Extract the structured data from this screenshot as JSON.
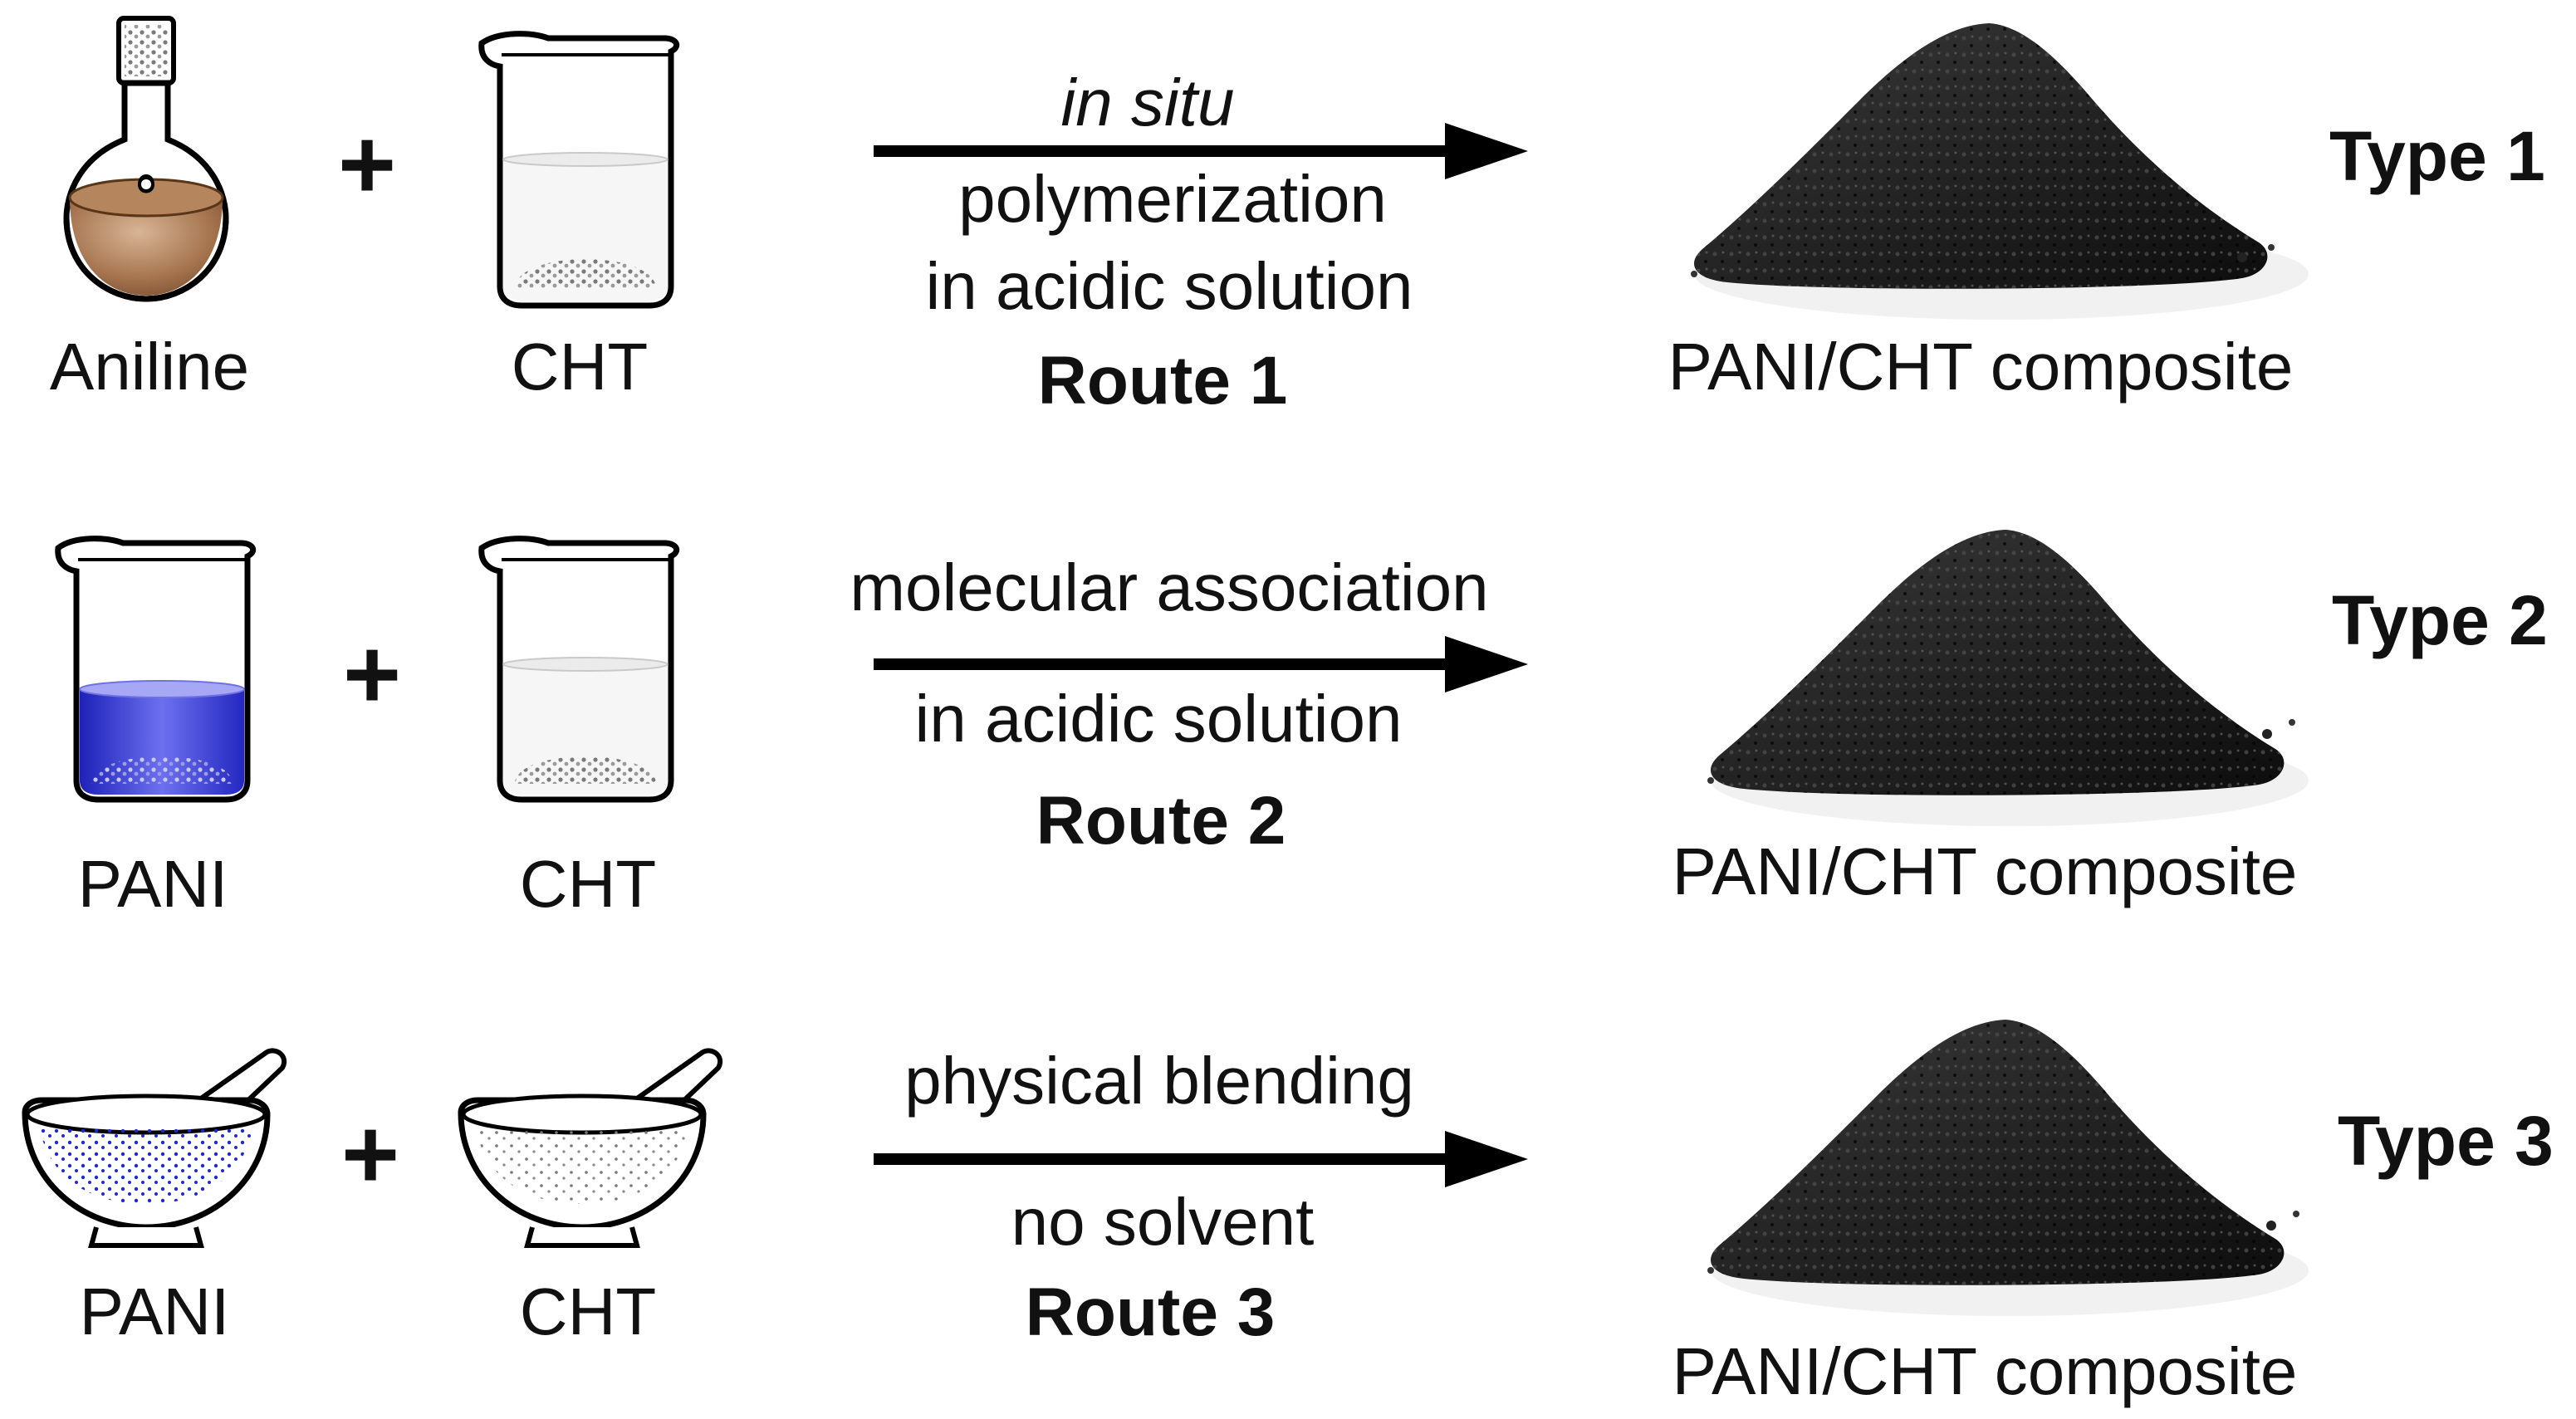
{
  "rows": [
    {
      "reactant_a": {
        "label": "Aniline",
        "icon": "round-bottom-flask-icon"
      },
      "plus": "+",
      "reactant_b": {
        "label": "CHT",
        "icon": "beaker-icon"
      },
      "above_arrow": [
        "in situ"
      ],
      "below_arrow": [
        "polymerization",
        "in acidic solution"
      ],
      "route": "Route 1",
      "product": {
        "label": "PANI/CHT composite",
        "icon": "powder-pile-icon"
      },
      "type": "Type 1"
    },
    {
      "reactant_a": {
        "label": "PANI",
        "icon": "beaker-blue-solution-icon"
      },
      "plus": "+",
      "reactant_b": {
        "label": "CHT",
        "icon": "beaker-icon"
      },
      "above_arrow": [
        "molecular association"
      ],
      "below_arrow": [
        "in acidic solution"
      ],
      "route": "Route 2",
      "product": {
        "label": "PANI/CHT composite",
        "icon": "powder-pile-icon"
      },
      "type": "Type 2"
    },
    {
      "reactant_a": {
        "label": "PANI",
        "icon": "mortar-pestle-blue-icon"
      },
      "plus": "+",
      "reactant_b": {
        "label": "CHT",
        "icon": "mortar-pestle-icon"
      },
      "above_arrow": [
        "physical blending"
      ],
      "below_arrow": [
        "no solvent"
      ],
      "route": "Route 3",
      "product": {
        "label": "PANI/CHT composite",
        "icon": "powder-pile-icon"
      },
      "type": "Type 3"
    }
  ],
  "colors": {
    "flask_liquid": "#a5744e",
    "pani_solution": "#3d3fd6",
    "powder": "#1c1c1c",
    "arrow": "#000000"
  }
}
